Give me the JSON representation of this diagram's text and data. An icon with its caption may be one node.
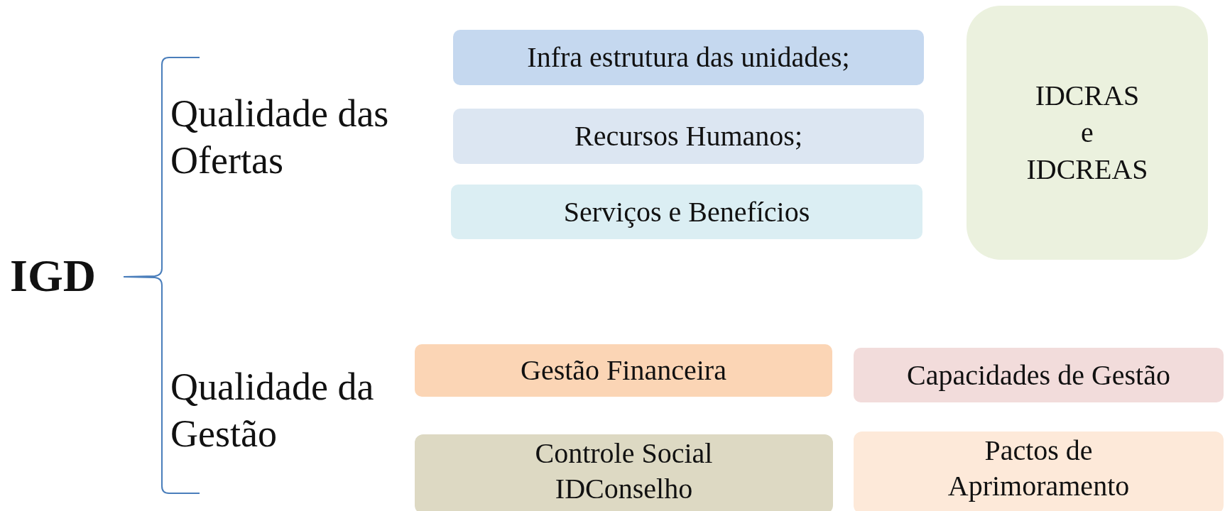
{
  "diagram": {
    "nodes": [
      {
        "text": [
          "Infra estrutura das unidades;"
        ]
      },
      {
        "text": [
          "Recursos Humanos;"
        ]
      },
      {
        "text": [
          "Serviços e Benefícios"
        ]
      },
      {
        "text": [
          "IDCRAS e IDCREAS"
        ]
      },
      {
        "text": [
          "Gestão Financeira"
        ]
      },
      {
        "text": [
          "Capacidades de Gestão"
        ]
      },
      {
        "text": [
          "Controle Social IDConselho"
        ]
      },
      {
        "text": [
          "Pactos de Aprimoramento"
        ]
      }
    ],
    "labels": [
      "IGD",
      "Qualidade das Ofertas",
      "Qualidade da Gestão"
    ]
  }
}
